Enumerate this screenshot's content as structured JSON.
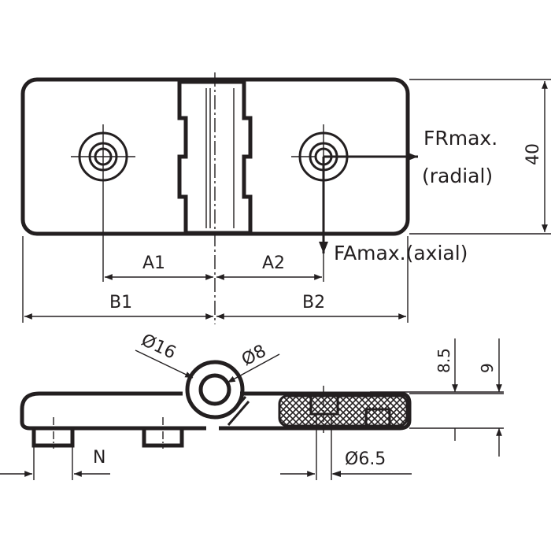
{
  "dimensions": {
    "a1": "A1",
    "a2": "A2",
    "b1": "B1",
    "b2": "B2",
    "height_40": "40",
    "dia_16": "Ø16",
    "dia_8": "Ø8",
    "h_8_5": "8.5",
    "h_9": "9",
    "dia_6_5": "Ø6.5",
    "n": "N"
  },
  "forces": {
    "radial_line1": "FRmax.",
    "radial_line2": "(radial)",
    "axial": "FAmax.(axial)"
  }
}
